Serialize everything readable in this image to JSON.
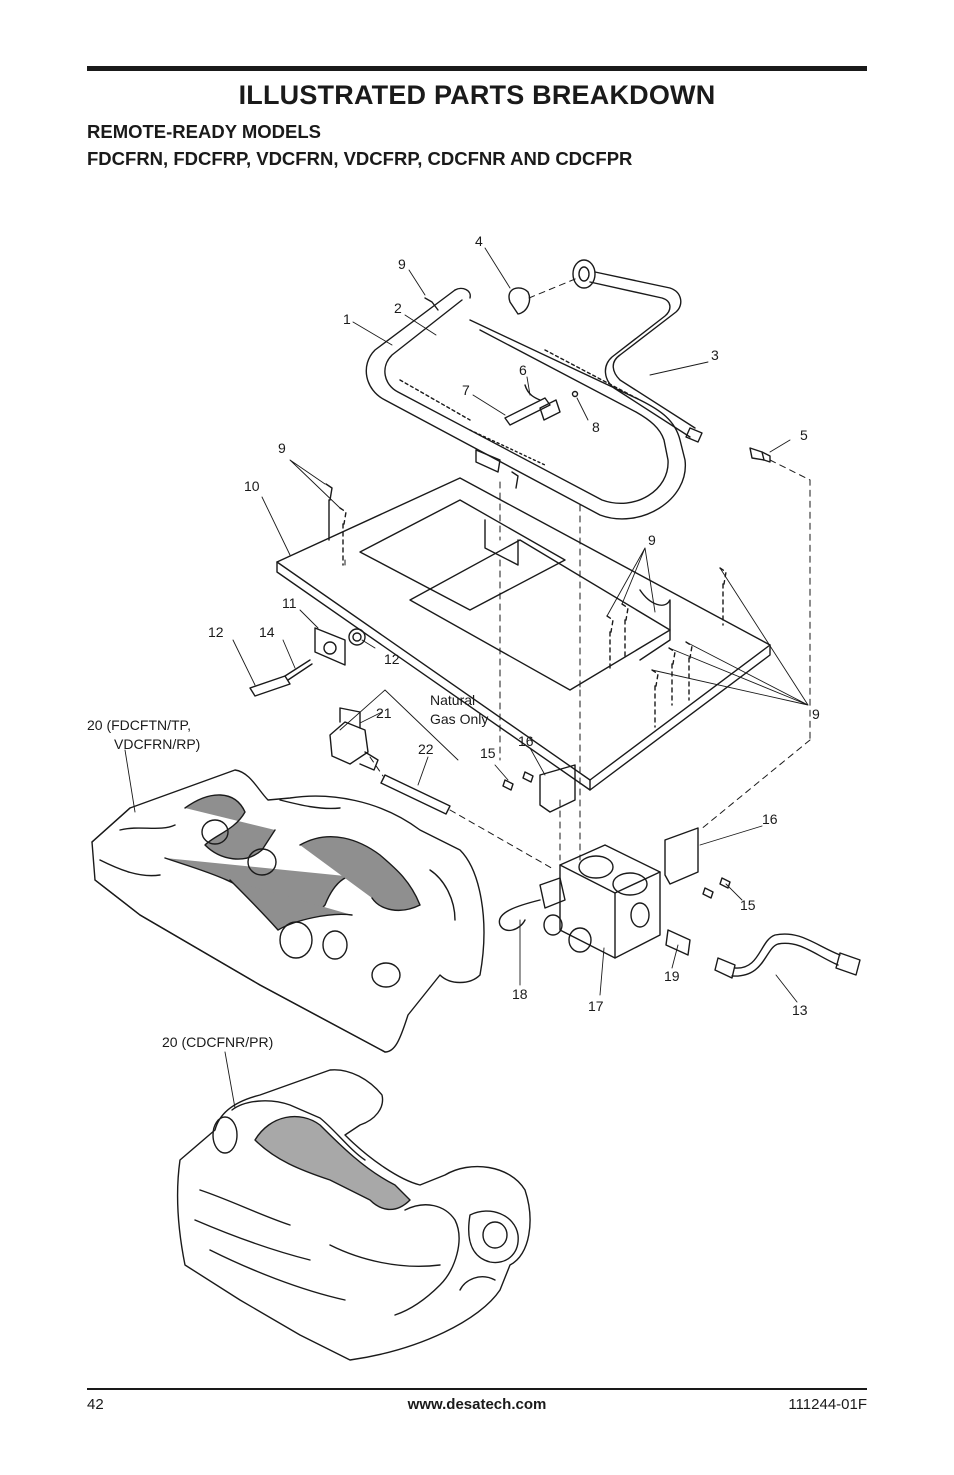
{
  "header": {
    "title": "ILLUSTRATED PARTS BREAKDOWN",
    "subtitle_line1": "REMOTE-READY MODELS",
    "subtitle_line2": "FDCFRN, FDCFRP, VDCFRN, VDCFRP, CDCFNR AND CDCFPR"
  },
  "callouts": {
    "c1": "1",
    "c2": "2",
    "c3": "3",
    "c4": "4",
    "c5": "5",
    "c6": "6",
    "c7": "7",
    "c8": "8",
    "c9": "9",
    "c10": "10",
    "c11": "11",
    "c12": "12",
    "c13": "13",
    "c14": "14",
    "c15": "15",
    "c16": "16",
    "c17": "17",
    "c18": "18",
    "c19": "19",
    "c21": "21",
    "c22": "22",
    "natural_gas_line1": "Natural",
    "natural_gas_line2": "Gas Only",
    "logset_a_line1": "20 (FDCFTN/TP,",
    "logset_a_line2": "VDCFRN/RP)",
    "logset_b": "20 (CDCFNR/PR)"
  },
  "footer": {
    "page_number": "42",
    "website": "www.desatech.com",
    "doc_number": "111244-01F"
  }
}
